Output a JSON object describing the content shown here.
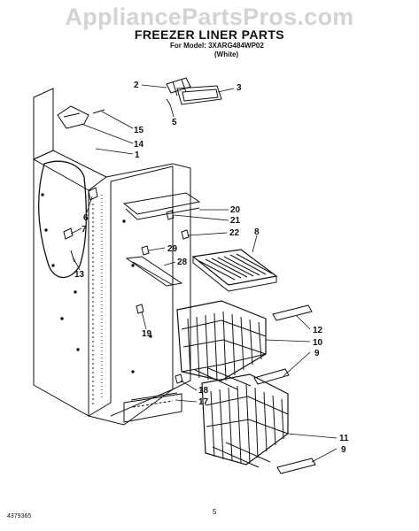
{
  "watermark": "AppliancePartsPros.com",
  "title": "FREEZER LINER PARTS",
  "model_line": "For Model: 3XARG484WP02",
  "color_line": "(White)",
  "footer_code": "4379365",
  "page_number": "5",
  "callouts": {
    "p2": "2",
    "p3": "3",
    "p5": "5",
    "p15": "15",
    "p14": "14",
    "p1": "1",
    "p6": "6",
    "p7": "7",
    "p13": "13",
    "p20": "20",
    "p21": "21",
    "p22": "22",
    "p8": "8",
    "p29": "29",
    "p28": "28",
    "p19": "19",
    "p12": "12",
    "p10": "10",
    "p9a": "9",
    "p18": "18",
    "p17": "17",
    "p11": "11",
    "p9b": "9"
  }
}
